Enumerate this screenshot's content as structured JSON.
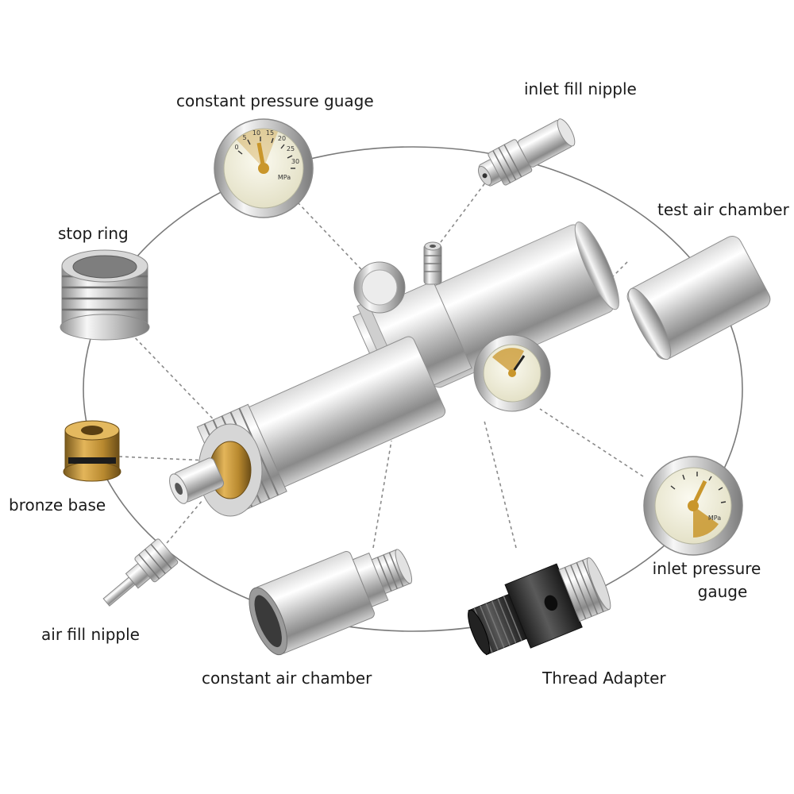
{
  "labels": {
    "constant_pressure_gauge": "constant pressure guage",
    "inlet_fill_nipple": "inlet fill nipple",
    "test_air_chamber": "test air chamber",
    "stop_ring": "stop ring",
    "bronze_base": "bronze base",
    "air_fill_nipple": "air fill nipple",
    "constant_air_chamber": "constant air chamber",
    "thread_adapter": "Thread Adapter",
    "inlet_pressure_gauge_line1": "inlet pressure",
    "inlet_pressure_gauge_line2": "gauge"
  },
  "gauges": {
    "constant_ticks": [
      "0",
      "5",
      "10",
      "15",
      "20",
      "25",
      "30"
    ],
    "constant_unit": "MPa",
    "inlet_unit": "MPa"
  },
  "colors": {
    "background": "#ffffff",
    "text": "#1a1a1a",
    "orbit_line": "#7a7a7a",
    "leader_line": "#8a8a8a",
    "chrome_light": "#f4f4f4",
    "chrome_mid": "#b8b8b8",
    "chrome_dark": "#6e6e6e",
    "bronze": "#b8892f",
    "gauge_face": "#f3f1df",
    "gauge_accent": "#c9962b"
  }
}
